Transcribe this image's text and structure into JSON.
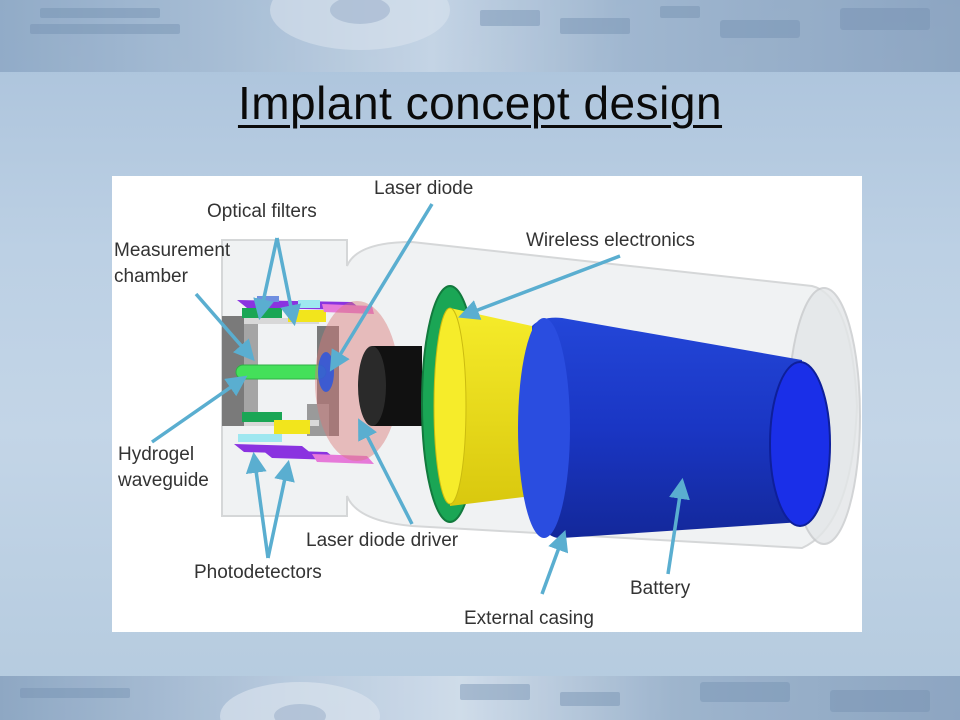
{
  "slide": {
    "title": "Implant concept design"
  },
  "diagram": {
    "labels": {
      "laser_diode": "Laser diode",
      "optical_filters": "Optical filters",
      "wireless_electronics": "Wireless electronics",
      "measurement_line1": "Measurement",
      "measurement_line2": "chamber",
      "hydrogel_line1": "Hydrogel",
      "hydrogel_line2": "waveguide",
      "laser_diode_driver": "Laser diode driver",
      "photodetectors": "Photodetectors",
      "battery": "Battery",
      "external_casing": "External casing"
    },
    "colors": {
      "arrow": "#5aaed0",
      "battery": "#1a37c8",
      "wireless_ring": "#1aa655",
      "yellow_cylinder": "#f2e51c",
      "black_cylinder": "#111111",
      "waveguide": "#44e05a",
      "photodetector": "#8a33e0"
    }
  }
}
